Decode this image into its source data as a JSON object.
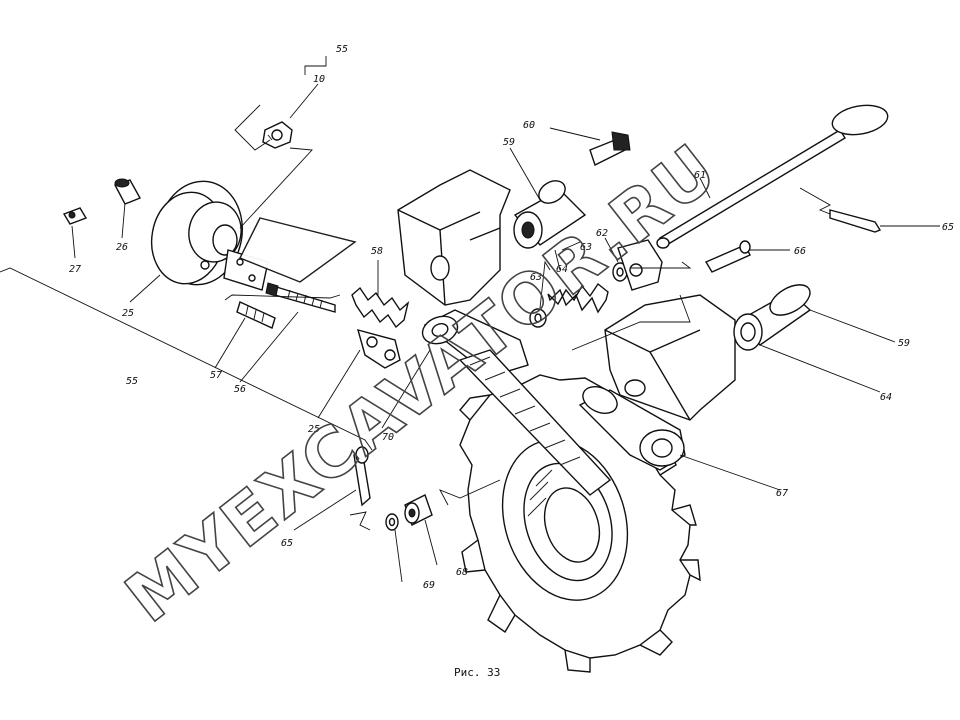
{
  "figure": {
    "caption": "Рис. 33"
  },
  "watermark": {
    "text": "MYEXCAVATOR.RU"
  },
  "callouts": {
    "c55_top": "55",
    "c10": "10",
    "c27": "27",
    "c26": "26",
    "c25a": "25",
    "c57": "57",
    "c56": "56",
    "c55_left": "55",
    "c58": "58",
    "c25b": "25",
    "c70": "70",
    "c65a": "65",
    "c69": "69",
    "c68": "68",
    "c60": "60",
    "c59a": "59",
    "c63a": "63",
    "c64a": "64",
    "c63b": "63",
    "c62": "62",
    "c61": "61",
    "c65b": "65",
    "c66": "66",
    "c59b": "59",
    "c64b": "64",
    "c67": "67"
  }
}
